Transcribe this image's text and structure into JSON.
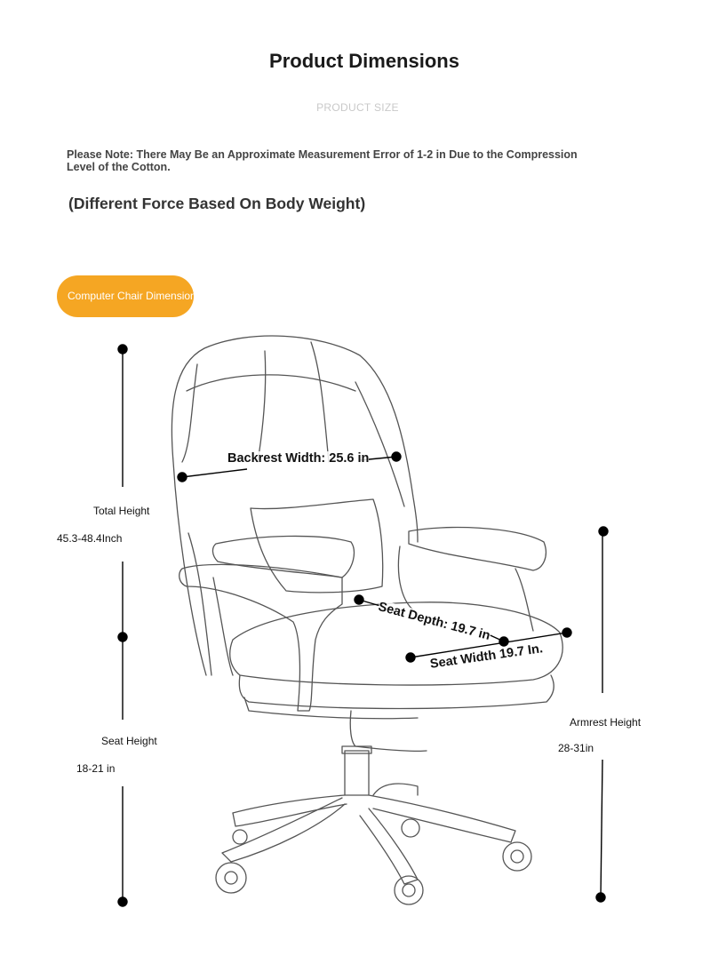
{
  "header": {
    "title": "Product Dimensions",
    "subtitle": "PRODUCT SIZE"
  },
  "note": "Please Note: There May Be an Approximate Measurement Error of 1-2 in Due to the Compression Level of the Cotton.",
  "force_note": "(Different Force Based On Body Weight)",
  "section_label": "Computer Chair Dimensions",
  "accent_color": "#f5a623",
  "dimensions": {
    "total_height": {
      "label": "Total Height",
      "value": "45.3-48.4Inch"
    },
    "seat_height": {
      "label": "Seat Height",
      "value": "18-21 in"
    },
    "armrest_height": {
      "label": "Armrest Height",
      "value": "28-31in"
    },
    "backrest_width": "Backrest Width: 25.6 in",
    "seat_depth": "Seat Depth: 19.7 in",
    "seat_width": "Seat Width 19.7 In."
  }
}
